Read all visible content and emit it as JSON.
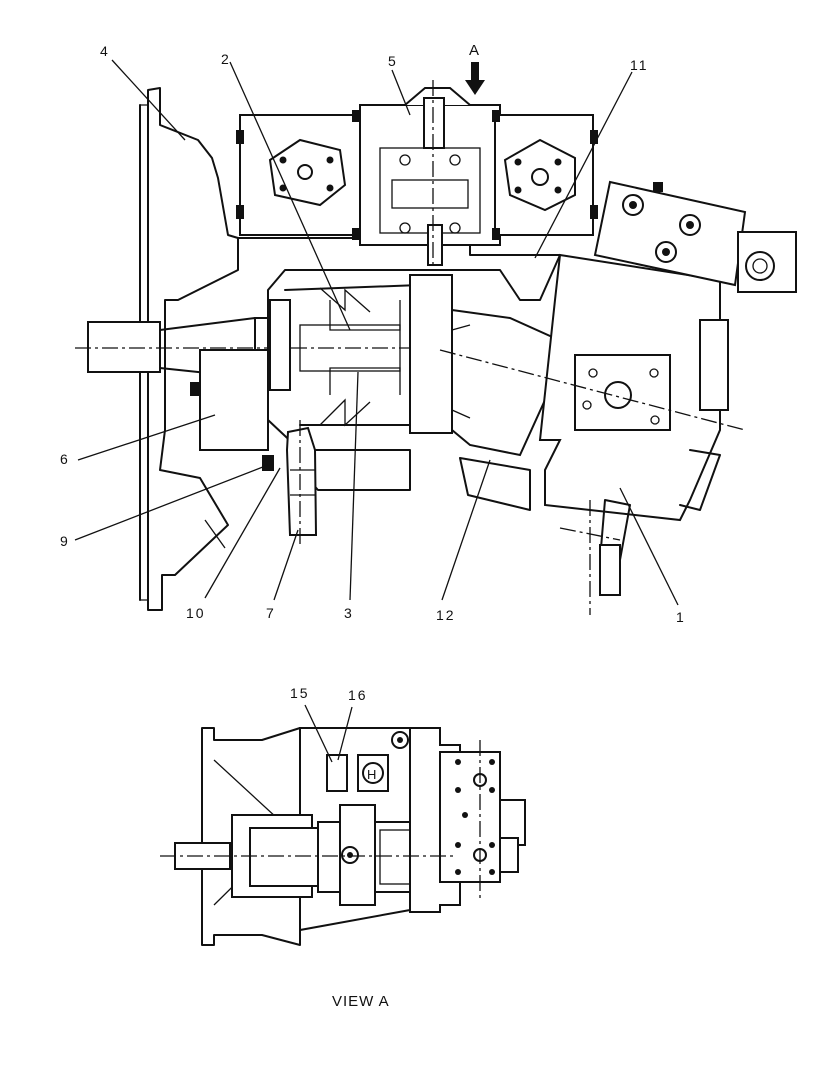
{
  "diagram": {
    "view_arrow_label": "A",
    "view_caption": "VIEW A",
    "callouts": {
      "c1": "1",
      "c2": "2",
      "c3": "3",
      "c4": "4",
      "c5": "5",
      "c6": "6",
      "c7": "7",
      "c9": "9",
      "c10": "10",
      "c11": "11",
      "c12": "12",
      "c15": "15",
      "c16": "16"
    }
  },
  "colors": {
    "ink": "#111111",
    "paper": "#ffffff"
  }
}
